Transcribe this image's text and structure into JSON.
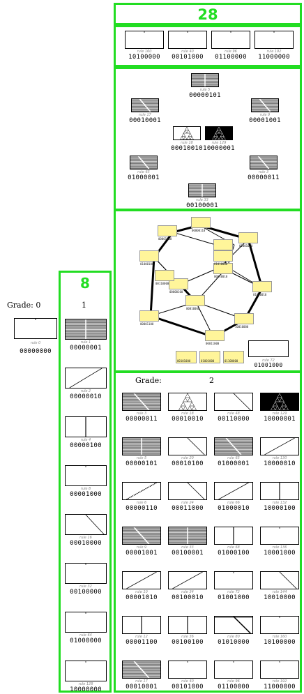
{
  "grade0": {
    "label": "Grade: 0",
    "rule": "rule 0",
    "binary": "00000000"
  },
  "panel8": {
    "number": "8",
    "grade_label": "1",
    "items": [
      {
        "rule": "rule 1",
        "binary": "00000001",
        "pattern": "hlines-split"
      },
      {
        "rule": "rule 2",
        "binary": "00000010",
        "pattern": "diag-up"
      },
      {
        "rule": "rule 4",
        "binary": "00000100",
        "pattern": "vline"
      },
      {
        "rule": "rule 8",
        "binary": "00001000",
        "pattern": "blank"
      },
      {
        "rule": "rule 16",
        "binary": "00010000",
        "pattern": "diag-down"
      },
      {
        "rule": "rule 32",
        "binary": "00100000",
        "pattern": "blank"
      },
      {
        "rule": "rule 64",
        "binary": "01000000",
        "pattern": "blank"
      },
      {
        "rule": "rule 128",
        "binary": "10000000",
        "pattern": "blank"
      }
    ]
  },
  "panel28": {
    "number": "28",
    "top_row": [
      {
        "rule": "rule 160",
        "binary": "10100000"
      },
      {
        "rule": "rule 40",
        "binary": "00101000"
      },
      {
        "rule": "rule 96",
        "binary": "01100000"
      },
      {
        "rule": "rule 192",
        "binary": "11000000"
      }
    ],
    "cluster": [
      {
        "rule": "rule 5",
        "binary": "00000101",
        "pattern": "hlines-split"
      },
      {
        "rule": "rule 17",
        "binary": "00010001",
        "pattern": "hlines-diag"
      },
      {
        "rule": "rule 9",
        "binary": "00001001",
        "pattern": "hlines-diag"
      },
      {
        "rule": "rule 18",
        "binary": "00010010",
        "pattern": "sierpinski"
      },
      {
        "rule": "rule 129",
        "binary": "10000001",
        "pattern": "sierpinski-inv"
      },
      {
        "rule": "rule 65",
        "binary": "01000001",
        "pattern": "hlines-diag"
      },
      {
        "rule": "rule 3",
        "binary": "00000011",
        "pattern": "hlines-diag"
      },
      {
        "rule": "rule 33",
        "binary": "00100001",
        "pattern": "hlines-split"
      }
    ],
    "graph_nodes": [
      "00001000",
      "00000110",
      "01000100",
      "00010100",
      "01001000",
      "00000100",
      "00010010",
      "00001100",
      "00010000",
      "01000010",
      "10010000",
      "00011000",
      "00110000",
      "01010000"
    ],
    "bottom_small": [
      "00101000",
      "01001000",
      "01100000"
    ],
    "bottom_rule": "rule 72",
    "bottom_binary": "01001000"
  },
  "panel2": {
    "grade_label": "Grade:",
    "grade_value": "2",
    "rows": [
      [
        {
          "rule": "rule 3",
          "binary": "00000011",
          "pattern": "hlines-diag"
        },
        {
          "rule": "rule 18",
          "binary": "00010010",
          "pattern": "sierpinski"
        },
        {
          "rule": "rule 48",
          "binary": "00110000",
          "pattern": "diag-down"
        },
        {
          "rule": "rule 129",
          "binary": "10000001",
          "pattern": "sierpinski-inv"
        }
      ],
      [
        {
          "rule": "rule 5",
          "binary": "00000101",
          "pattern": "hlines-split"
        },
        {
          "rule": "rule 20",
          "binary": "00010100",
          "pattern": "diag-down"
        },
        {
          "rule": "rule 65",
          "binary": "01000001",
          "pattern": "hlines-diag"
        },
        {
          "rule": "rule 130",
          "binary": "10000010",
          "pattern": "diag-up"
        }
      ],
      [
        {
          "rule": "rule 6",
          "binary": "00000110",
          "pattern": "diag-up-dotted"
        },
        {
          "rule": "rule 24",
          "binary": "00011000",
          "pattern": "diag-down"
        },
        {
          "rule": "rule 66",
          "binary": "01000010",
          "pattern": "diag-up"
        },
        {
          "rule": "rule 132",
          "binary": "10000100",
          "pattern": "vline"
        }
      ],
      [
        {
          "rule": "rule 9",
          "binary": "00001001",
          "pattern": "hlines-diag"
        },
        {
          "rule": "rule 33",
          "binary": "00100001",
          "pattern": "hlines-split"
        },
        {
          "rule": "rule 68",
          "binary": "01000100",
          "pattern": "vline"
        },
        {
          "rule": "rule 136",
          "binary": "10001000",
          "pattern": "blank"
        }
      ],
      [
        {
          "rule": "rule 10",
          "binary": "00001010",
          "pattern": "diag-up"
        },
        {
          "rule": "rule 34",
          "binary": "00100010",
          "pattern": "diag-up"
        },
        {
          "rule": "rule 72",
          "binary": "01001000",
          "pattern": "blank"
        },
        {
          "rule": "rule 144",
          "binary": "10010000",
          "pattern": "diag-down"
        }
      ],
      [
        {
          "rule": "rule 12",
          "binary": "00001100",
          "pattern": "vline"
        },
        {
          "rule": "rule 36",
          "binary": "00100100",
          "pattern": "vline"
        },
        {
          "rule": "rule 80",
          "binary": "01010000",
          "pattern": "diag-down-bold"
        },
        {
          "rule": "rule 160",
          "binary": "10100000",
          "pattern": "blank"
        }
      ],
      [
        {
          "rule": "rule 17",
          "binary": "00010001",
          "pattern": "hlines-diag"
        },
        {
          "rule": "rule 40",
          "binary": "00101000",
          "pattern": "blank"
        },
        {
          "rule": "rule 96",
          "binary": "01100000",
          "pattern": "blank"
        },
        {
          "rule": "rule 192",
          "binary": "11000000",
          "pattern": "blank"
        }
      ]
    ]
  },
  "colors": {
    "green": "#22dd22",
    "yellow": "#fff59a"
  }
}
